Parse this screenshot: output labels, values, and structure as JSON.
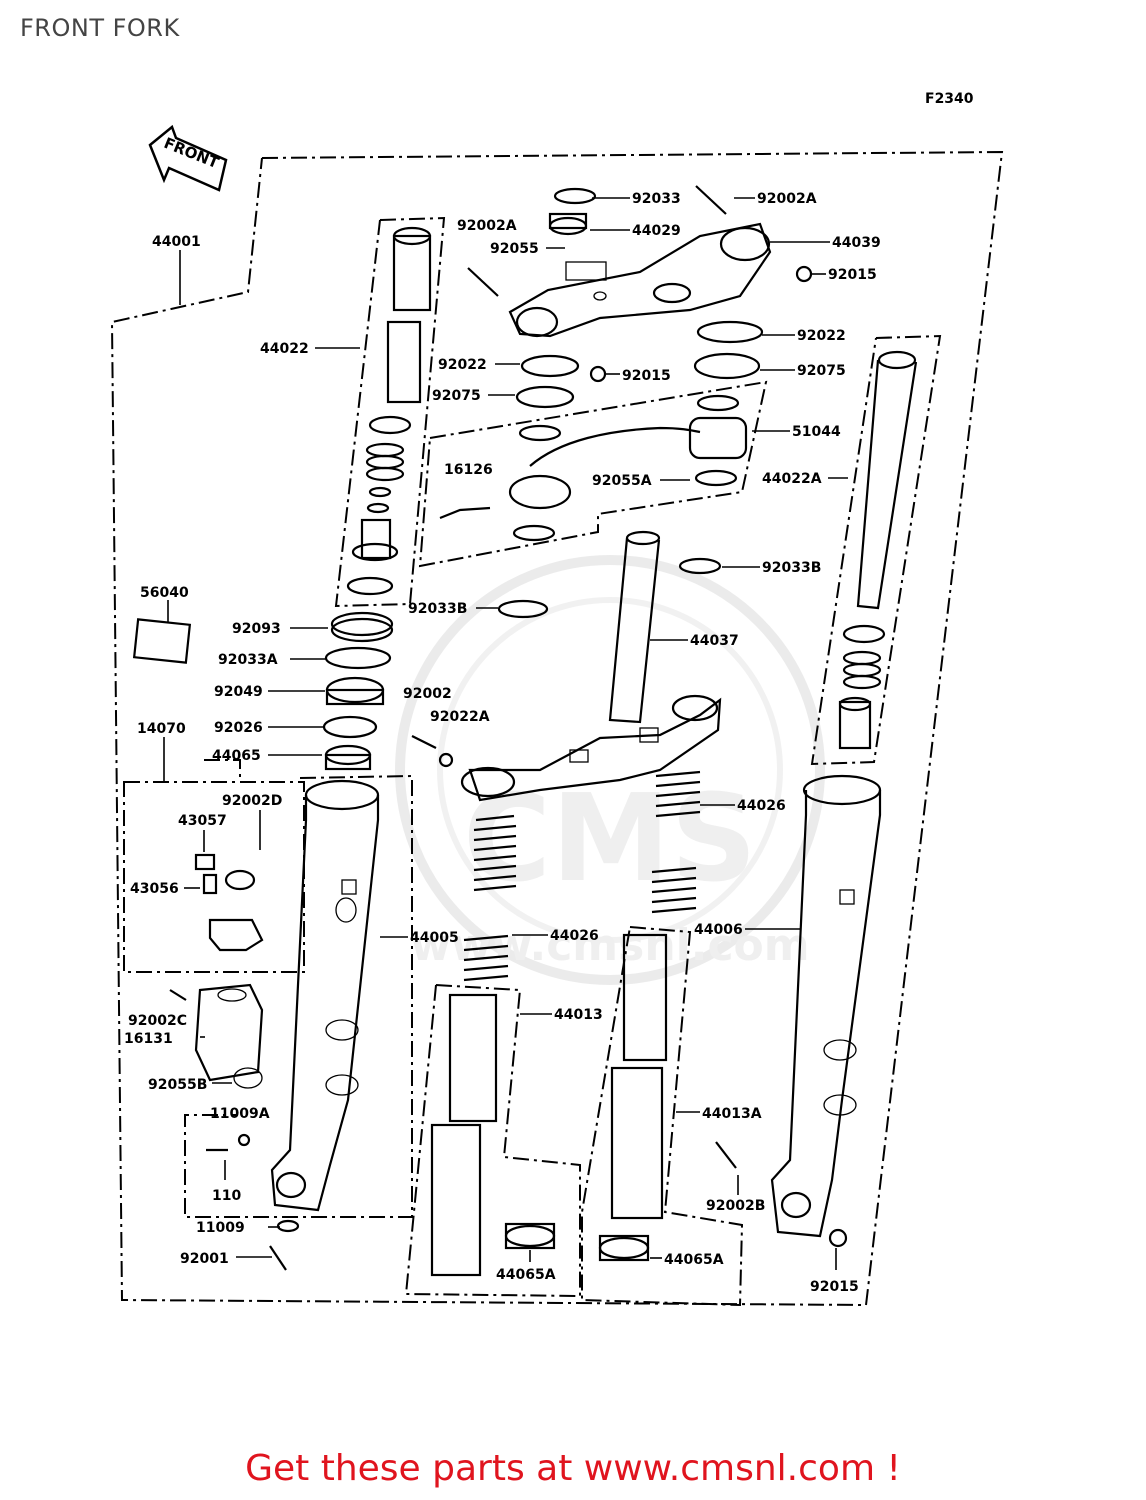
{
  "header": {
    "title": "FRONT FORK",
    "figure_code": "F2340"
  },
  "front_arrow": {
    "label": "FRONT"
  },
  "watermark": {
    "brand": "CMS",
    "url": "www.cmsnl.com"
  },
  "parts": [
    "44001",
    "44022",
    "92002A",
    "92055",
    "92033",
    "44029",
    "92002A",
    "44039",
    "92015",
    "92022",
    "92015",
    "92075",
    "92022",
    "92075",
    "51044",
    "16126",
    "92055A",
    "44022A",
    "92033B",
    "92033B",
    "44037",
    "56040",
    "92093",
    "92033A",
    "92049",
    "92026",
    "44065",
    "92002",
    "92022A",
    "14070",
    "92002D",
    "43057",
    "43056",
    "44026",
    "44005",
    "44026",
    "44006",
    "92002C",
    "16131",
    "92055B",
    "44013",
    "44013A",
    "11009A",
    "110",
    "92002B",
    "11009",
    "44065A",
    "44065A",
    "92001",
    "92015"
  ],
  "footer": {
    "text": "Get these parts at www.cmsnl.com !"
  },
  "colors": {
    "footer": "#e0141e",
    "title": "#444444",
    "line": "#000000",
    "watermark": "#dcdcdc"
  }
}
